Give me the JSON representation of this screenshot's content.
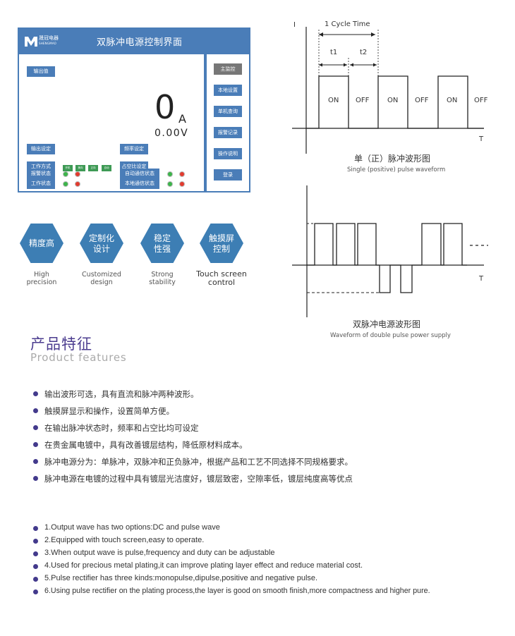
{
  "panel": {
    "title": "双脉冲电源控制界面",
    "logo_text": "晟冠电器",
    "logo_sub": "SHENGMAO",
    "output_value_label": "输出值",
    "current_value": "0",
    "current_unit": "A",
    "voltage_value": "0.00V",
    "buttons": {
      "output_setting": "输出设定",
      "frequency_setting": "频率设定",
      "work_mode": "工作方式",
      "duty_setting": "占空比设定",
      "work_status": "工作状态",
      "local_comm_status": "本地通信状态",
      "alarm_status": "报警状态",
      "auto_comm_status": "自动通信状态"
    },
    "modes": [
      "开机",
      "换向",
      "正向",
      "自动"
    ],
    "side": [
      "主监控",
      "本地设置",
      "单机查询",
      "报警记录",
      "操作说明",
      "登录"
    ]
  },
  "hexes": [
    {
      "cn": [
        "精度高"
      ],
      "en": [
        "High",
        "precision"
      ]
    },
    {
      "cn": [
        "定制化",
        "设计"
      ],
      "en": [
        "Customized",
        "design"
      ]
    },
    {
      "cn": [
        "稳定",
        "性强"
      ],
      "en": [
        "Strong",
        "stability"
      ]
    },
    {
      "cn": [
        "触摸屏",
        "控制"
      ],
      "en": [
        "Touch screen",
        "control"
      ]
    }
  ],
  "waveform1": {
    "axis_y": "I",
    "axis_x": "T",
    "cycle": "1 Cycle Time",
    "t1": "t1",
    "t2": "t2",
    "pulse_labels": [
      "ON",
      "OFF",
      "ON",
      "OFF",
      "ON",
      "OFF"
    ],
    "caption_cn": "单（正）脉冲波形图",
    "caption_en": "Single (positive) pulse waveform"
  },
  "waveform2": {
    "axis_x": "T",
    "caption_cn": "双脉冲电源波形图",
    "caption_en": "Waveform of double pulse power supply"
  },
  "features": {
    "title": "产品特征",
    "subtitle": "Product features",
    "cn": [
      "输出波形可选，具有直流和脉冲两种波形。",
      "触摸屏显示和操作，设置简单方便。",
      "在输出脉冲状态时，频率和占空比均可设定",
      "在贵金属电镀中，具有改善镀层结构，降低原材料成本。",
      "脉冲电源分为：单脉冲，双脉冲和正负脉冲，根据产品和工艺不同选择不同规格要求。",
      "脉冲电源在电镀的过程中具有镀层光洁度好，镀层致密，空隙率低，镀层纯度高等优点"
    ],
    "en": [
      "1.Output wave has two options:DC and pulse wave",
      "2.Equipped with touch screen,easy to operate.",
      "3.When output wave is pulse,frequency and duty can be adjustable",
      "4.Used for precious metal plating,it can improve plating layer effect and reduce material cost.",
      "5.Pulse rectifier has three kinds:monopulse,dipulse,positive and negative pulse.",
      "6.Using pulse rectifier on the plating process,the layer is good on smooth finish,more compactness and higher pure."
    ]
  },
  "colors": {
    "panel_blue": "#4a7db8",
    "hex_blue": "#3d7eb4",
    "bullet": "#433a8c",
    "title_purple": "#4b3c8f"
  }
}
